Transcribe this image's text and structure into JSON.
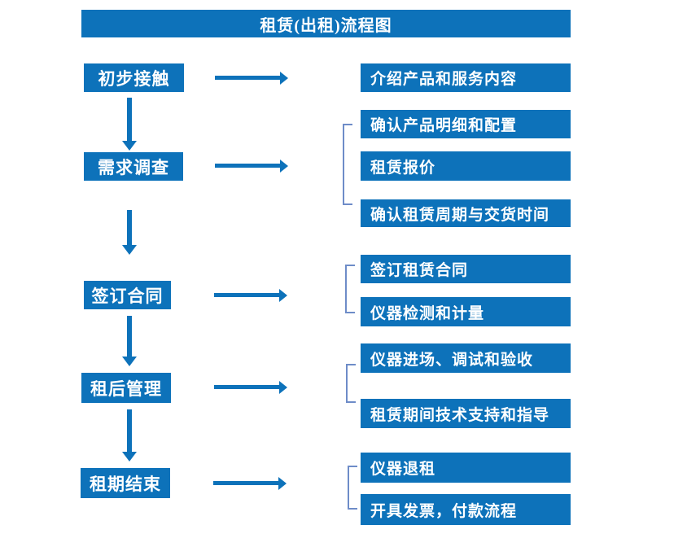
{
  "title": "租赁(出租)流程图",
  "colors": {
    "primary": "#0d72ba",
    "bracket": "#6e8cc8"
  },
  "steps": [
    {
      "label": "初步接触",
      "details": [
        "介绍产品和服务内容"
      ]
    },
    {
      "label": "需求调查",
      "details": [
        "确认产品明细和配置",
        "租赁报价",
        "确认租赁周期与交货时间"
      ]
    },
    {
      "label": "签订合同",
      "details": [
        "签订租赁合同",
        "仪器检测和计量"
      ]
    },
    {
      "label": "租后管理",
      "details": [
        "仪器进场、调试和验收",
        "租赁期间技术支持和指导"
      ]
    },
    {
      "label": "租期结束",
      "details": [
        "仪器退租",
        "开具发票，付款流程"
      ]
    }
  ]
}
